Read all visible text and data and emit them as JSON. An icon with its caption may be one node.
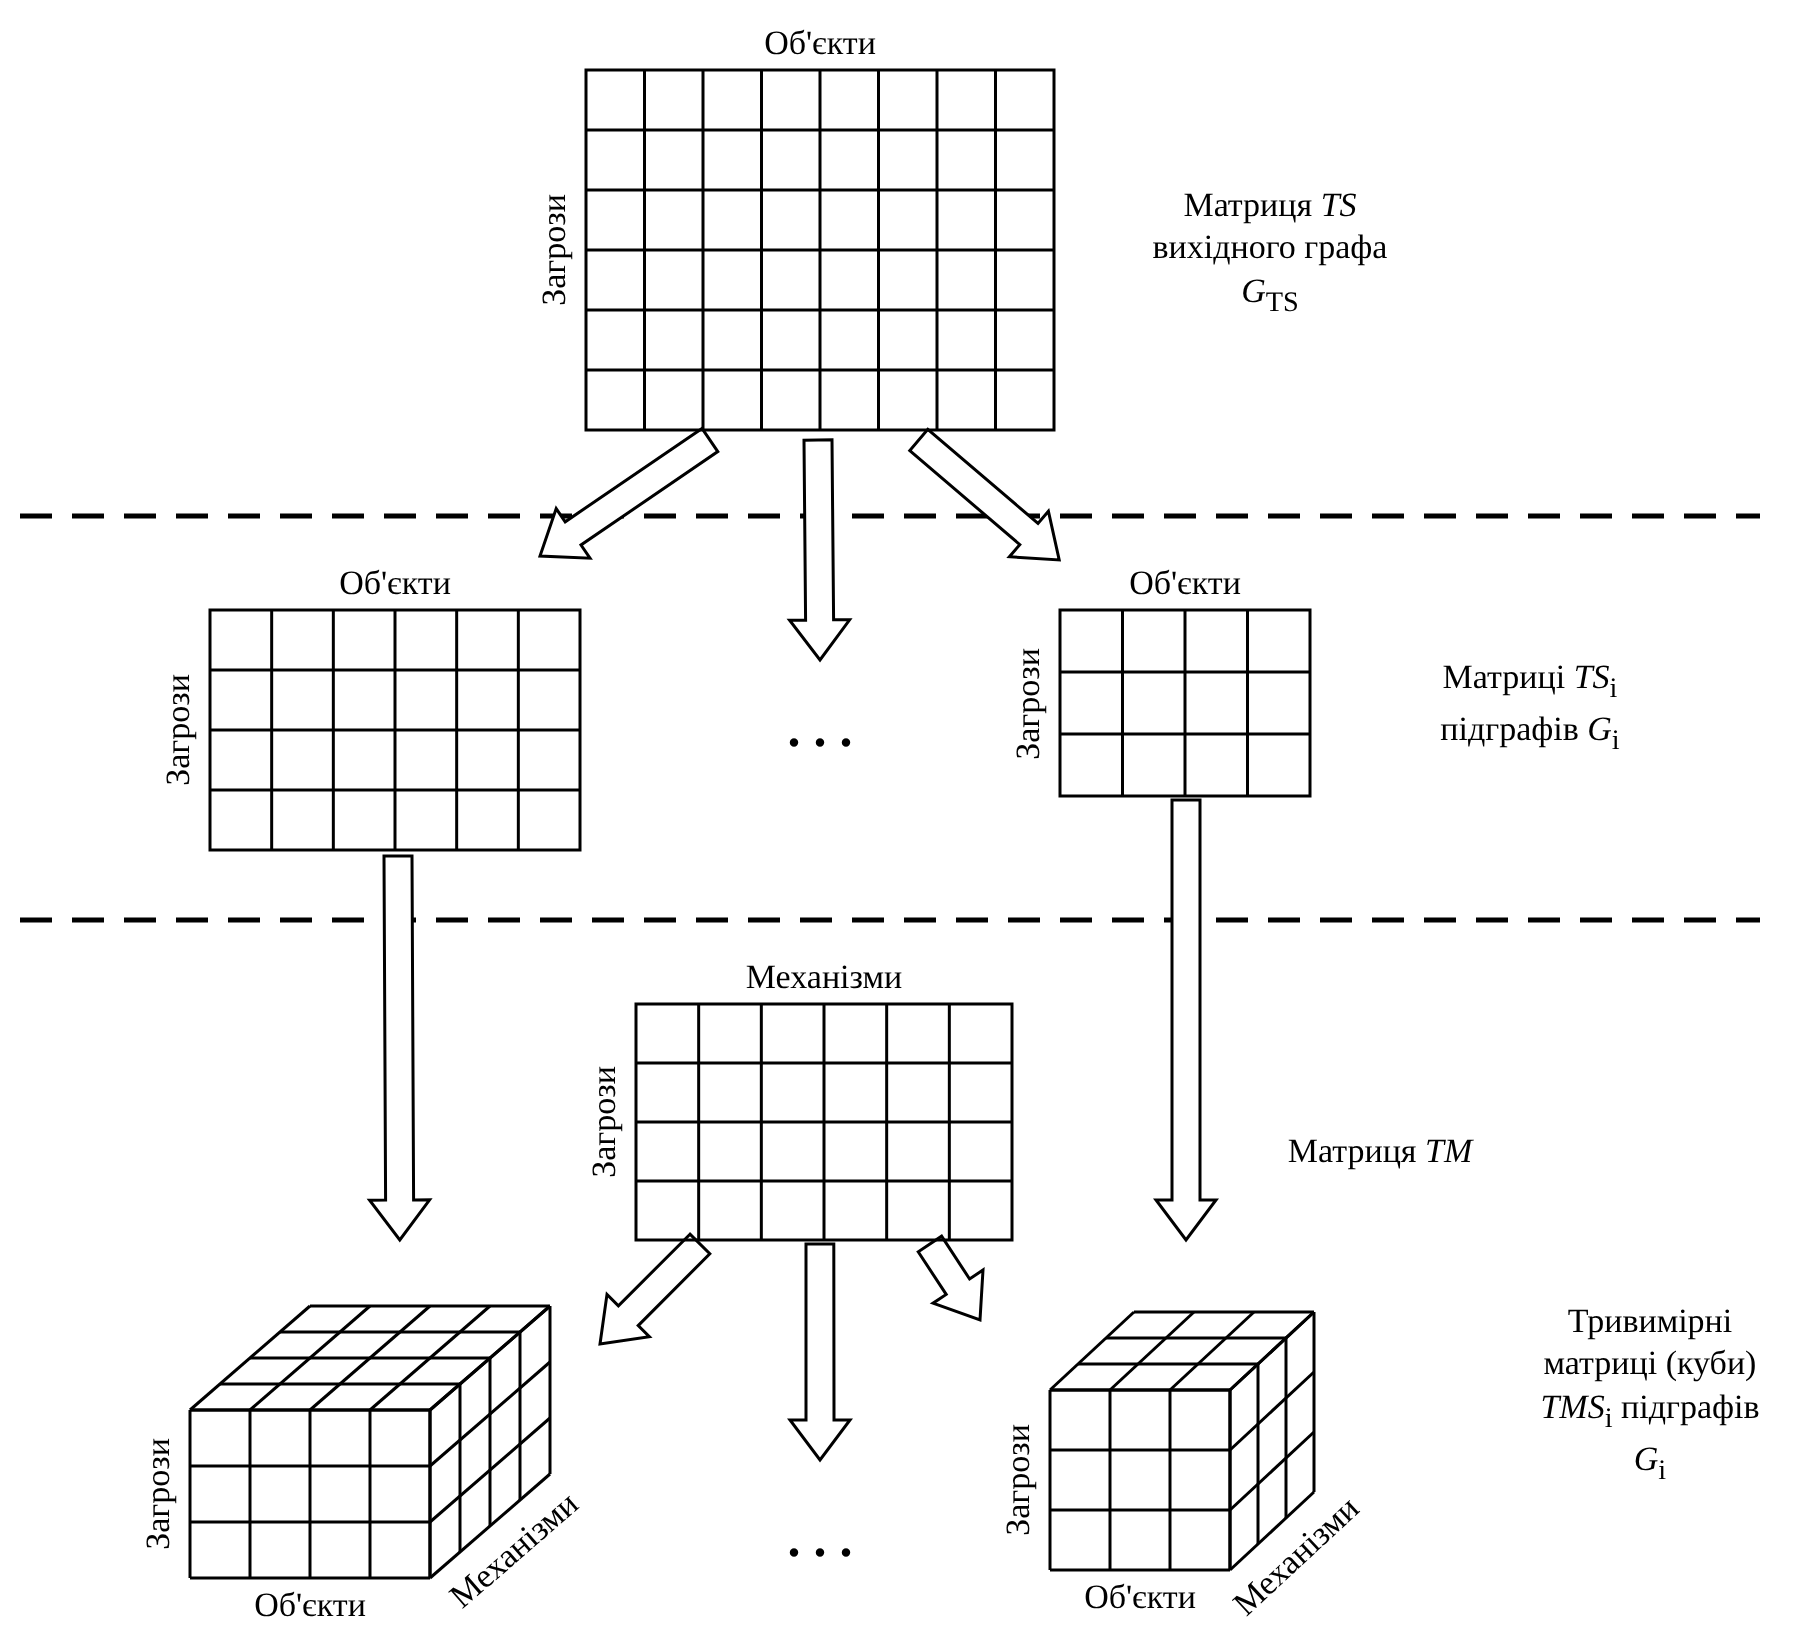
{
  "diagram": {
    "nodes": [
      {
        "text": [
          "Об'єкти",
          "Загрози"
        ]
      },
      {
        "text": [
          "Об'єкти",
          "Загрози"
        ]
      },
      {
        "text": [
          ". . ."
        ]
      },
      {
        "text": [
          "Об'єкти",
          "Загрози"
        ]
      },
      {
        "text": [
          "Механізми",
          "Загрози"
        ]
      },
      {
        "text": [
          "Загрози",
          "Об'єкти",
          "Механізми"
        ]
      },
      {
        "text": [
          ". . ."
        ]
      },
      {
        "text": [
          "Загрози",
          "Об'єкти",
          "Механізми"
        ]
      }
    ],
    "edges": [
      {
        "from": 0,
        "to": 1,
        "arrow": "to"
      },
      {
        "from": 0,
        "to": 2,
        "arrow": "to"
      },
      {
        "from": 0,
        "to": 3,
        "arrow": "to"
      },
      {
        "from": 1,
        "to": 5,
        "arrow": "to"
      },
      {
        "from": 3,
        "to": 7,
        "arrow": "to"
      },
      {
        "from": 4,
        "to": 5,
        "arrow": "to"
      },
      {
        "from": 4,
        "to": 6,
        "arrow": "to"
      },
      {
        "from": 4,
        "to": 7,
        "arrow": "to"
      }
    ],
    "labels": [
      "Матриця *TS* вихідного графа *G*$_{TS}$",
      "Матриці *TS*$_{i}$ підграфів *G*$_{i}$",
      "Матриця *TM*",
      "Тривимірні матриці (куби) *TMS*$_{i}$ підграфів *G*$_{i}$"
    ]
  }
}
